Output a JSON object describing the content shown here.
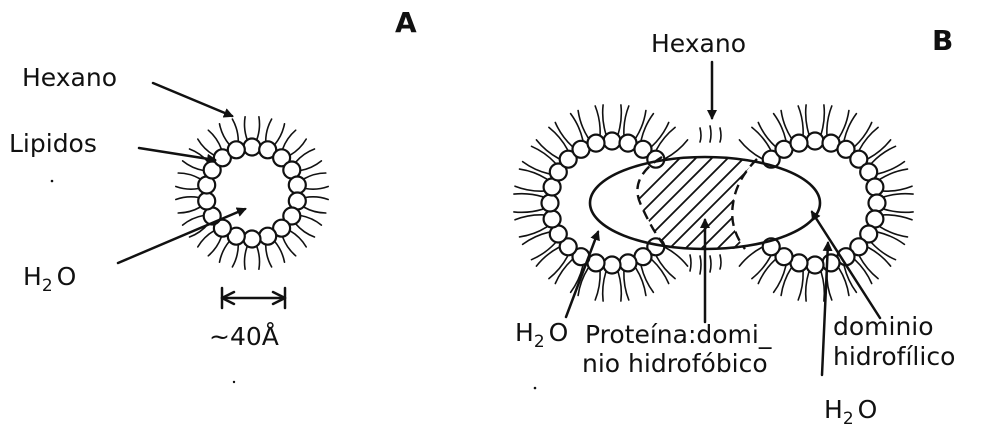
{
  "panels": {
    "a": "A",
    "b": "B"
  },
  "labels": {
    "hexano_a": "Hexano",
    "lipidos": "Lipidos",
    "h2o_a_main": "H",
    "h2o_a_sub": "2",
    "h2o_a_tail": "O",
    "size": "~40Å",
    "hexano_b": "Hexano",
    "h2o_b_left_main": "H",
    "h2o_b_left_sub": "2",
    "h2o_b_left_tail": "O",
    "proteina_line1": "Proteína:domi_",
    "proteina_line2": "nio hidrofóbico",
    "dominio_line1": "dominio",
    "dominio_line2": "hidrofílico",
    "h2o_b_bottom_main": "H",
    "h2o_b_bottom_sub": "2",
    "h2o_b_bottom_tail": "O"
  }
}
